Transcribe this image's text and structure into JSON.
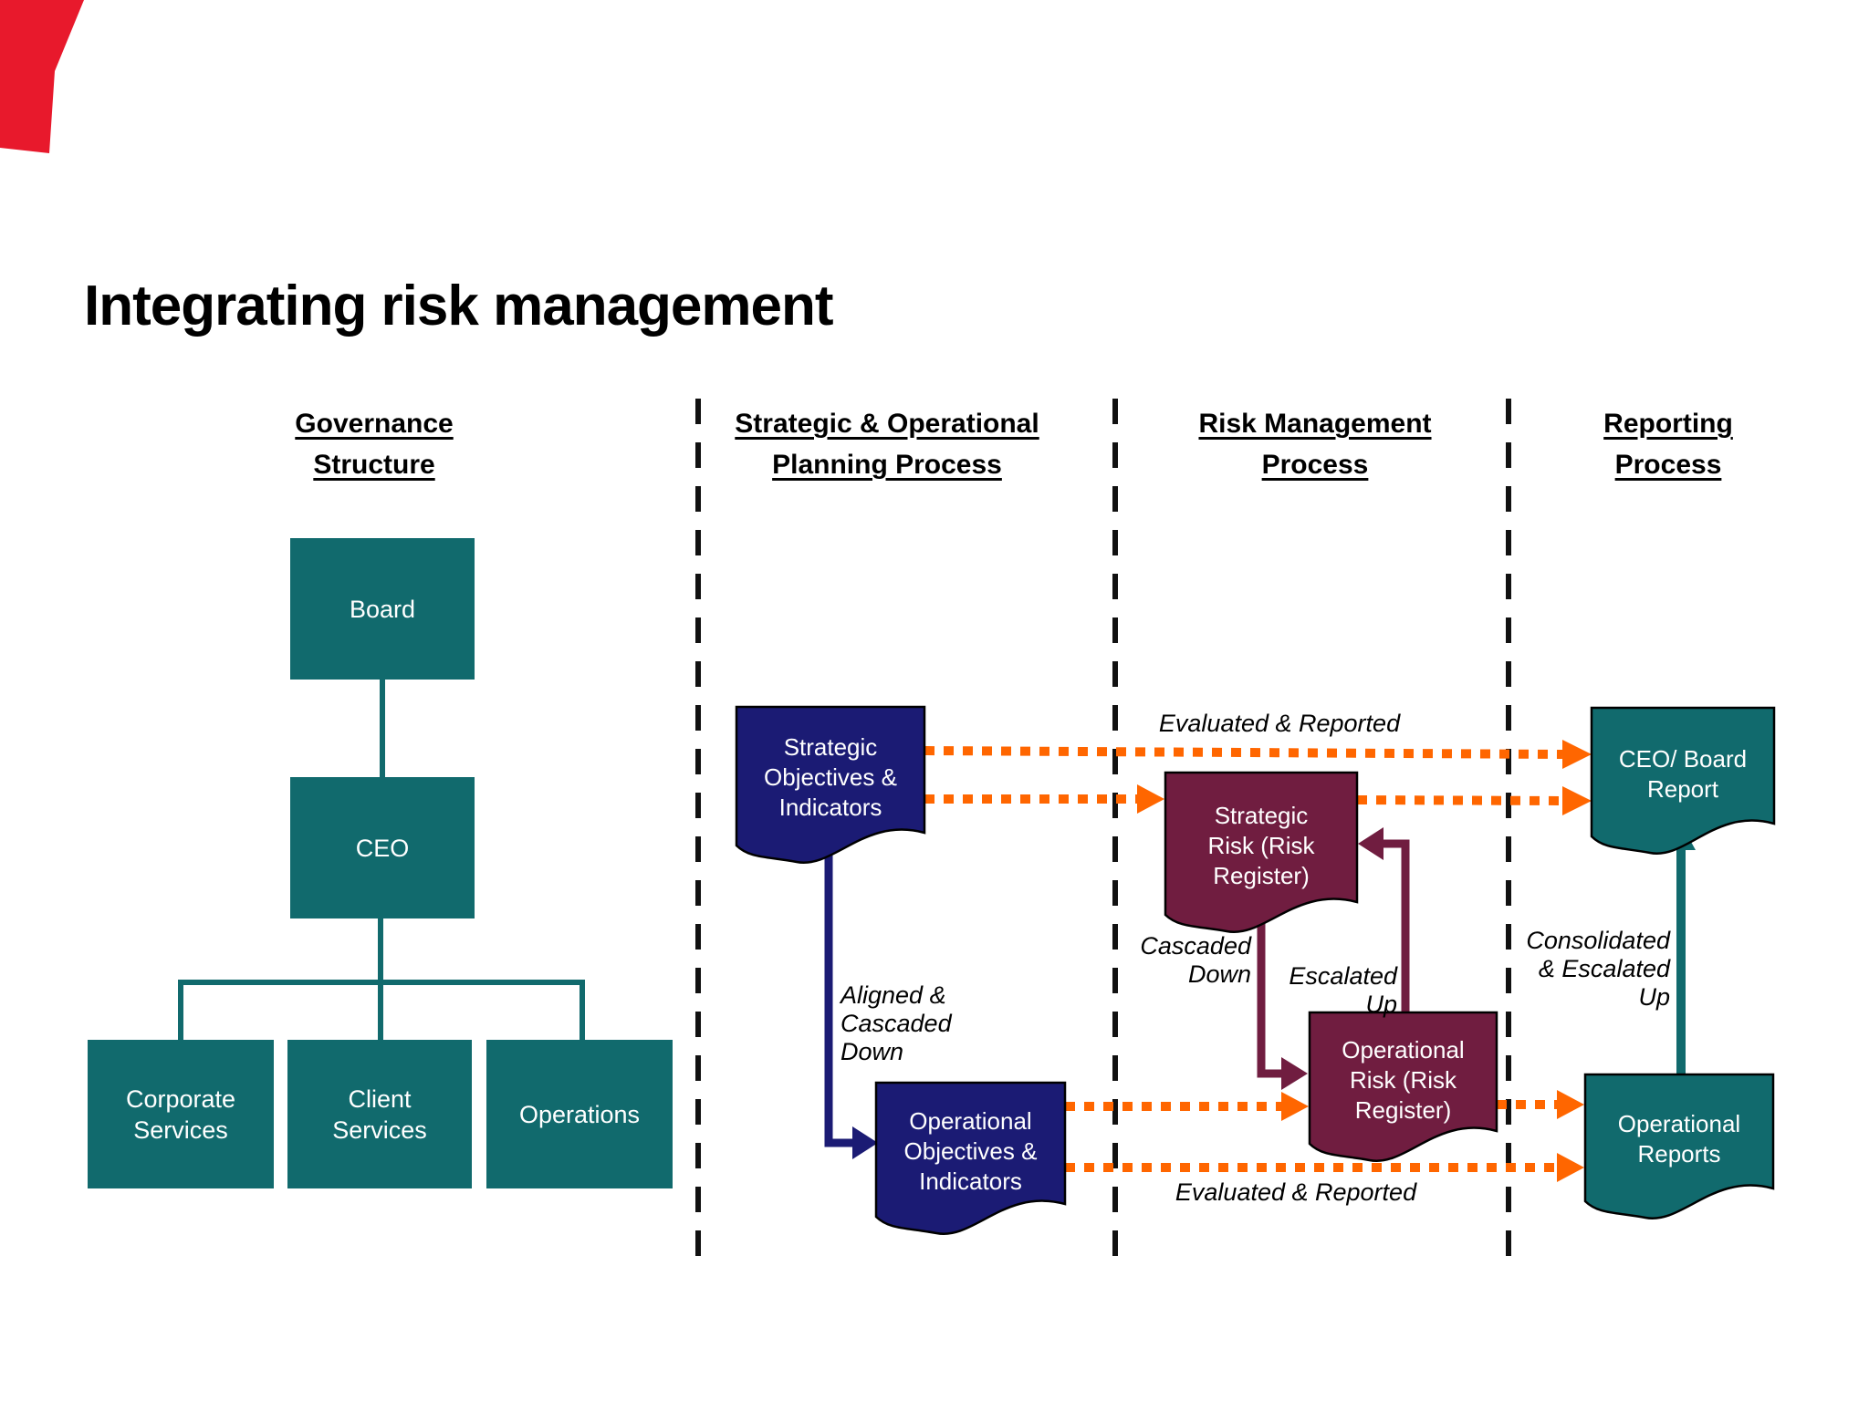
{
  "title": "Integrating risk management",
  "colors": {
    "teal": "#116a6d",
    "navy": "#1b1b74",
    "maroon": "#701d40",
    "orange": "#ff6600",
    "dash": "#111111",
    "red_corner": "#e8192c"
  },
  "columns": [
    {
      "line1": "Governance",
      "line2": "Structure"
    },
    {
      "line1": "Strategic & Operational",
      "line2": "Planning Process"
    },
    {
      "line1": "Risk Management",
      "line2": "Process"
    },
    {
      "line1": "Reporting",
      "line2": "Process"
    }
  ],
  "org": {
    "board": "Board",
    "ceo": "CEO",
    "corporate": [
      "Corporate",
      "Services"
    ],
    "client": [
      "Client",
      "Services"
    ],
    "operations": "Operations"
  },
  "docs": {
    "strategic_objectives": [
      "Strategic",
      "Objectives &",
      "Indicators"
    ],
    "operational_objectives": [
      "Operational",
      "Objectives &",
      "Indicators"
    ],
    "strategic_risk": [
      "Strategic",
      "Risk (Risk",
      "Register)"
    ],
    "operational_risk": [
      "Operational",
      "Risk (Risk",
      "Register)"
    ],
    "ceo_board_report": [
      "CEO/ Board",
      "Report"
    ],
    "operational_reports": [
      "Operational",
      "Reports"
    ]
  },
  "labels": {
    "evaluated_top": "Evaluated & Reported",
    "evaluated_bottom": "Evaluated & Reported",
    "aligned": [
      "Aligned &",
      "Cascaded",
      "Down"
    ],
    "cascaded": [
      "Cascaded",
      "Down"
    ],
    "escalated": [
      "Escalated",
      "Up"
    ],
    "consolidated": [
      "Consolidated",
      "& Escalated",
      "Up"
    ]
  }
}
